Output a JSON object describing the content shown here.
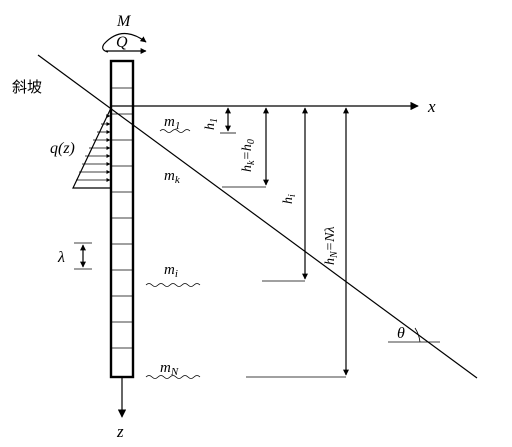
{
  "labels": {
    "slope": "斜坡",
    "moment": "M",
    "shear": "Q",
    "load": "q(z)",
    "lambda": "λ",
    "x_axis": "x",
    "z_axis": "z",
    "m1": "m",
    "m1_sub": "1",
    "mk": "m",
    "mk_sub": "k",
    "mi": "m",
    "mi_sub": "i",
    "mN": "m",
    "mN_sub": "N",
    "h1": "h",
    "h1_sub": "1",
    "hk": "h",
    "hk_sub": "k",
    "hk_eq": "=h",
    "hk_eq_sub": "0",
    "hi": "h",
    "hi_sub": "i",
    "hN": "h",
    "hN_sub": "N",
    "hN_eq": "=Nλ",
    "theta": "θ"
  }
}
